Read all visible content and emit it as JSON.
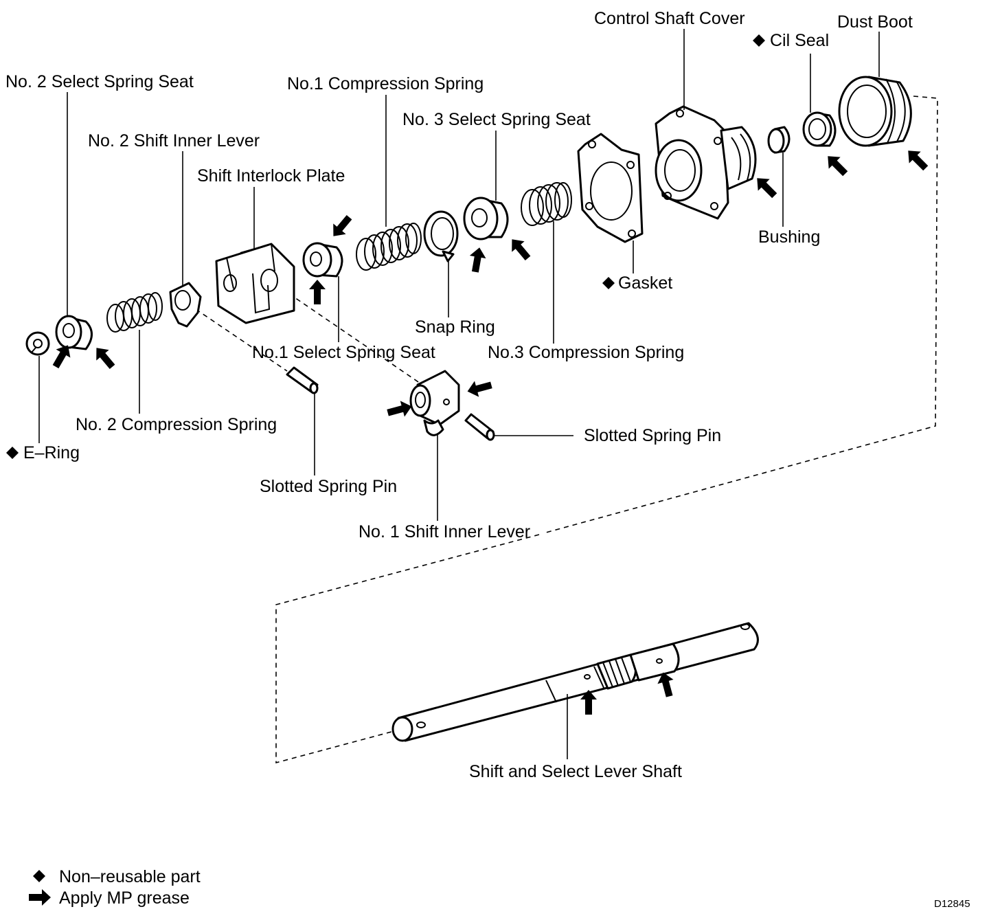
{
  "diagram_code": "D12845",
  "labels": {
    "control_shaft_cover": "Control Shaft Cover",
    "dust_boot": "Dust Boot",
    "oil_seal": "Cil Seal",
    "no2_select_spring_seat": "No. 2 Select Spring Seat",
    "no1_compression_spring": "No.1 Compression Spring",
    "no3_select_spring_seat": "No. 3 Select Spring Seat",
    "no2_shift_inner_lever": "No. 2 Shift Inner Lever",
    "shift_interlock_plate": "Shift Interlock Plate",
    "bushing": "Bushing",
    "gasket": "Gasket",
    "snap_ring": "Snap Ring",
    "no1_select_spring_seat": "No.1 Select Spring Seat",
    "no3_compression_spring": "No.3 Compression Spring",
    "no2_compression_spring": "No. 2 Compression Spring",
    "slotted_spring_pin_right": "Slotted Spring Pin",
    "e_ring": "E–Ring",
    "slotted_spring_pin_left": "Slotted Spring Pin",
    "no1_shift_inner_lever": "No. 1 Shift Inner Lever",
    "shift_select_lever_shaft": "Shift and Select Lever Shaft"
  },
  "legend": {
    "non_reusable": "Non–reusable part",
    "apply_grease": "Apply MP grease"
  },
  "icons": {
    "non_reusable": "diamond-icon",
    "apply_grease": "grease-arrow-icon"
  }
}
